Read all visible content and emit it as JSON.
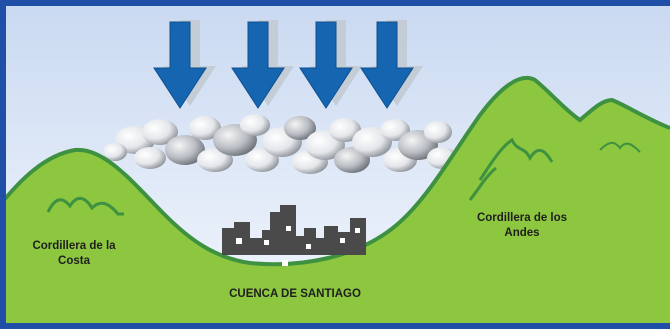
{
  "labels": {
    "coastal_range": "Cordillera de la Costa",
    "andes_range": "Cordillera de los Andes",
    "basin": "CUENCA DE SANTIAGO"
  },
  "elements": {
    "arrows": 4,
    "buildings": 1
  },
  "colors": {
    "sky_top": "#c9d9f1",
    "sky_bottom": "#f3f7fd",
    "mountain_fill": "#8dc63f",
    "mountain_dark": "#3d9140",
    "arrow_blue": "#1565b0",
    "arrow_shadow": "#c4ccd6",
    "city_gray": "#4a4a4a",
    "frame_blue": "#1f4fa6"
  }
}
